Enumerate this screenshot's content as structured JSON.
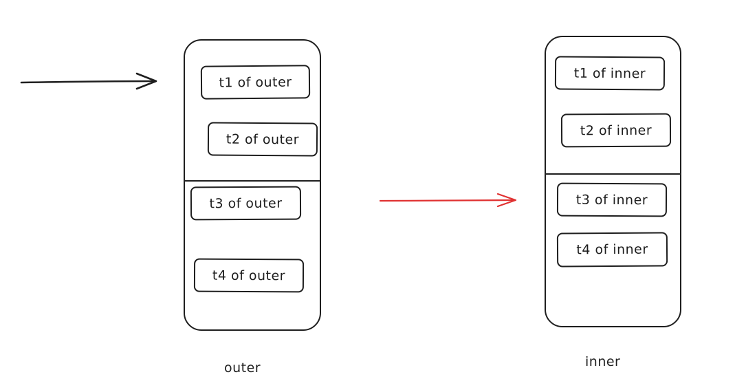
{
  "colors": {
    "stroke": "#1e1e1e",
    "highlight_arrow": "#e03131"
  },
  "outer": {
    "caption": "outer",
    "items": [
      "t1 of outer",
      "t2 of outer",
      "t3 of outer",
      "t4 of outer"
    ]
  },
  "inner": {
    "caption": "inner",
    "items": [
      "t1 of inner",
      "t2 of inner",
      "t3 of inner",
      "t4 of inner"
    ]
  }
}
